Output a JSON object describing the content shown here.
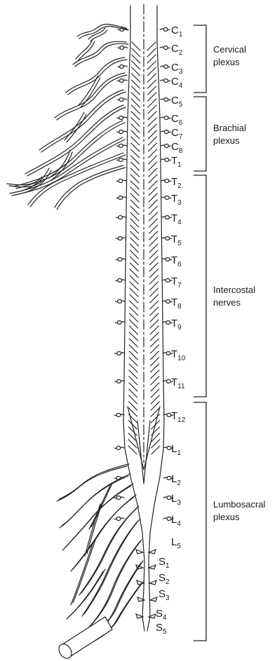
{
  "segments": [
    {
      "letter": "C",
      "num": "1"
    },
    {
      "letter": "C",
      "num": "2"
    },
    {
      "letter": "C",
      "num": "3"
    },
    {
      "letter": "C",
      "num": "4"
    },
    {
      "letter": "C",
      "num": "5"
    },
    {
      "letter": "C",
      "num": "6"
    },
    {
      "letter": "C",
      "num": "7"
    },
    {
      "letter": "C",
      "num": "8"
    },
    {
      "letter": "T",
      "num": "1"
    },
    {
      "letter": "T",
      "num": "2"
    },
    {
      "letter": "T",
      "num": "3"
    },
    {
      "letter": "T",
      "num": "4"
    },
    {
      "letter": "T",
      "num": "5"
    },
    {
      "letter": "T",
      "num": "6"
    },
    {
      "letter": "T",
      "num": "7"
    },
    {
      "letter": "T",
      "num": "8"
    },
    {
      "letter": "T",
      "num": "9"
    },
    {
      "letter": "T",
      "num": "10"
    },
    {
      "letter": "T",
      "num": "11"
    },
    {
      "letter": "T",
      "num": "12"
    },
    {
      "letter": "L",
      "num": "1"
    },
    {
      "letter": "L",
      "num": "2"
    },
    {
      "letter": "L",
      "num": "3"
    },
    {
      "letter": "L",
      "num": "4"
    },
    {
      "letter": "L",
      "num": "5"
    },
    {
      "letter": "S",
      "num": "1"
    },
    {
      "letter": "S",
      "num": "2"
    },
    {
      "letter": "S",
      "num": "3"
    },
    {
      "letter": "S",
      "num": "4"
    },
    {
      "letter": "S",
      "num": "5"
    }
  ],
  "plexuses": [
    {
      "line1": "Cervical",
      "line2": "plexus"
    },
    {
      "line1": "Brachial",
      "line2": "plexus"
    },
    {
      "line1": "Intercostal",
      "line2": "nerves"
    },
    {
      "line1": "Lumbosacral",
      "line2": "plexus"
    }
  ]
}
